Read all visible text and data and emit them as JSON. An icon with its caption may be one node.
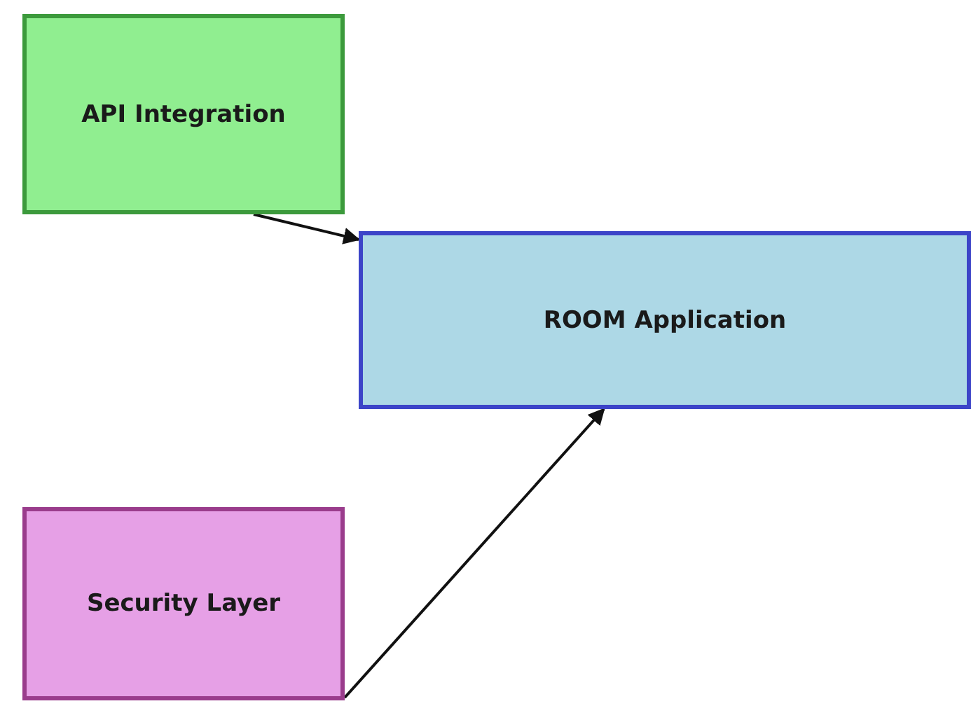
{
  "diagram": {
    "nodes": [
      {
        "text": [
          "API Integration"
        ]
      },
      {
        "text": [
          "ROOM Application"
        ]
      },
      {
        "text": [
          "Security Layer"
        ]
      }
    ],
    "edges": [
      {
        "from": 0,
        "to": 1,
        "arrow": "to"
      },
      {
        "from": 2,
        "to": 1,
        "arrow": "to"
      }
    ]
  }
}
